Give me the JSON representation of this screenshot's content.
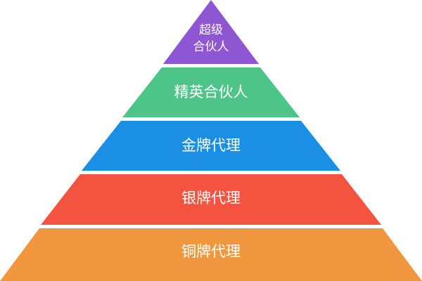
{
  "pyramid": {
    "tiers": [
      {
        "label_line1": "超级",
        "label_line2": "合伙人",
        "color": "#8E56D2"
      },
      {
        "label": "精英合伙人",
        "color": "#4DC589"
      },
      {
        "label": "金牌代理",
        "color": "#1A8FE3"
      },
      {
        "label": "银牌代理",
        "color": "#F4533F"
      },
      {
        "label": "铜牌代理",
        "color": "#F0973F"
      }
    ]
  }
}
